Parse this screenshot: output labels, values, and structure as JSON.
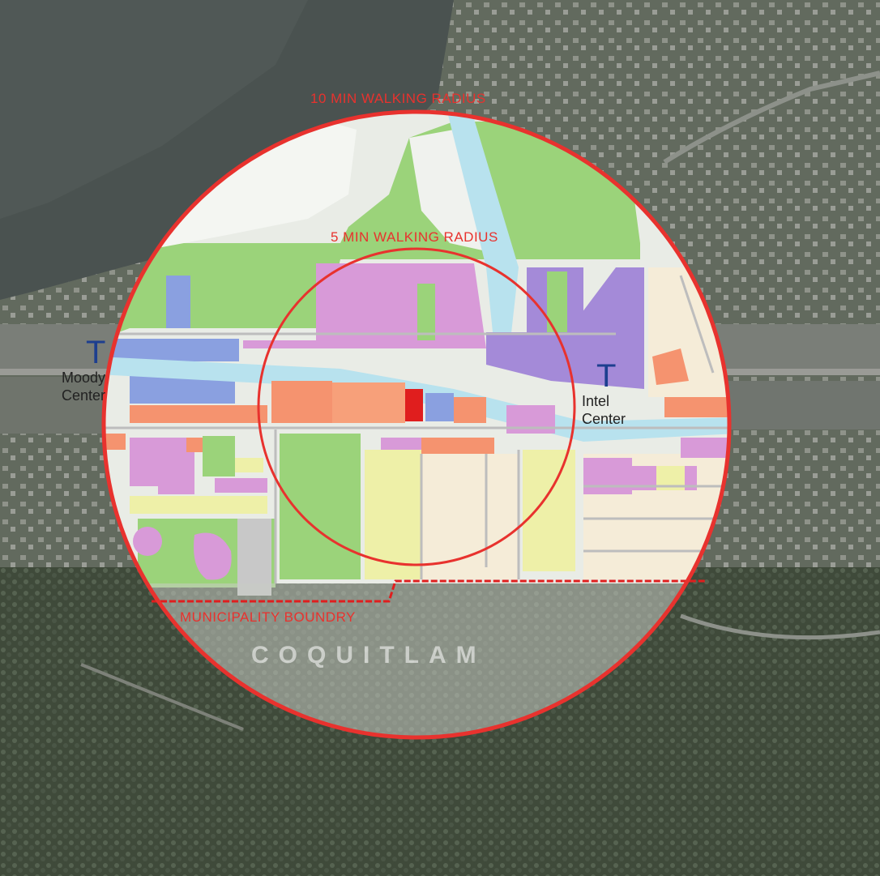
{
  "map": {
    "radius_outer_label": "10 MIN WALKING RADIUS",
    "radius_inner_label": "5 MIN WALKING RADIUS",
    "boundary_label": "MUNICIPALITY BOUNDRY",
    "area_label": "COQUITLAM",
    "stations": [
      {
        "symbol": "T",
        "line1": "Moody",
        "line2": "Center"
      },
      {
        "symbol": "T",
        "line1": "Intel",
        "line2": "Center"
      }
    ],
    "colors": {
      "walking_radius": "#e8322e",
      "transit_symbol": "#1d3f8f",
      "park_green": "#9bd37a",
      "commercial_pink": "#d89ad8",
      "industrial_purple": "#a48ad8",
      "civic_blue": "#8aa0e0",
      "commercial_orange": "#f5936f",
      "residential_cream": "#f5ecd8",
      "residential_yellow": "#eef0a8",
      "water_blue": "#b8e2ee"
    }
  }
}
